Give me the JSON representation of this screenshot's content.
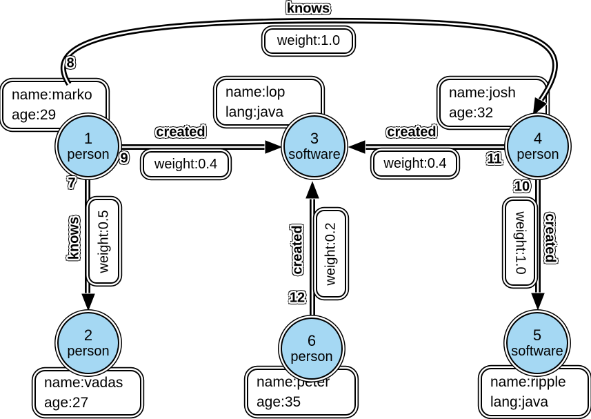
{
  "diagram_type": "property-graph",
  "colors": {
    "node_fill": "#a5d8f3",
    "node_border": "#000000",
    "edge_color": "#000000",
    "label_box_bg": "#ffffff",
    "background": "#ffffff"
  },
  "nodes": {
    "1": {
      "id": "1",
      "label": "person",
      "properties": [
        "name:marko",
        "age:29"
      ]
    },
    "2": {
      "id": "2",
      "label": "person",
      "properties": [
        "name:vadas",
        "age:27"
      ]
    },
    "3": {
      "id": "3",
      "label": "software",
      "properties": [
        "name:lop",
        "lang:java"
      ]
    },
    "4": {
      "id": "4",
      "label": "person",
      "properties": [
        "name:josh",
        "age:32"
      ]
    },
    "5": {
      "id": "5",
      "label": "software",
      "properties": [
        "name:ripple",
        "lang:java"
      ]
    },
    "6": {
      "id": "6",
      "label": "person",
      "properties": [
        "name:peter",
        "age:35"
      ]
    }
  },
  "edges": {
    "7": {
      "id": "7",
      "label": "knows",
      "weight": "weight:0.5",
      "from": "1",
      "to": "2"
    },
    "8": {
      "id": "8",
      "label": "knows",
      "weight": "weight:1.0",
      "from": "1",
      "to": "4"
    },
    "9": {
      "id": "9",
      "label": "created",
      "weight": "weight:0.4",
      "from": "1",
      "to": "3"
    },
    "10": {
      "id": "10",
      "label": "created",
      "weight": "weight:1.0",
      "from": "4",
      "to": "5"
    },
    "11": {
      "id": "11",
      "label": "created",
      "weight": "weight:0.4",
      "from": "4",
      "to": "3"
    },
    "12": {
      "id": "12",
      "label": "created",
      "weight": "weight:0.2",
      "from": "6",
      "to": "3"
    }
  }
}
